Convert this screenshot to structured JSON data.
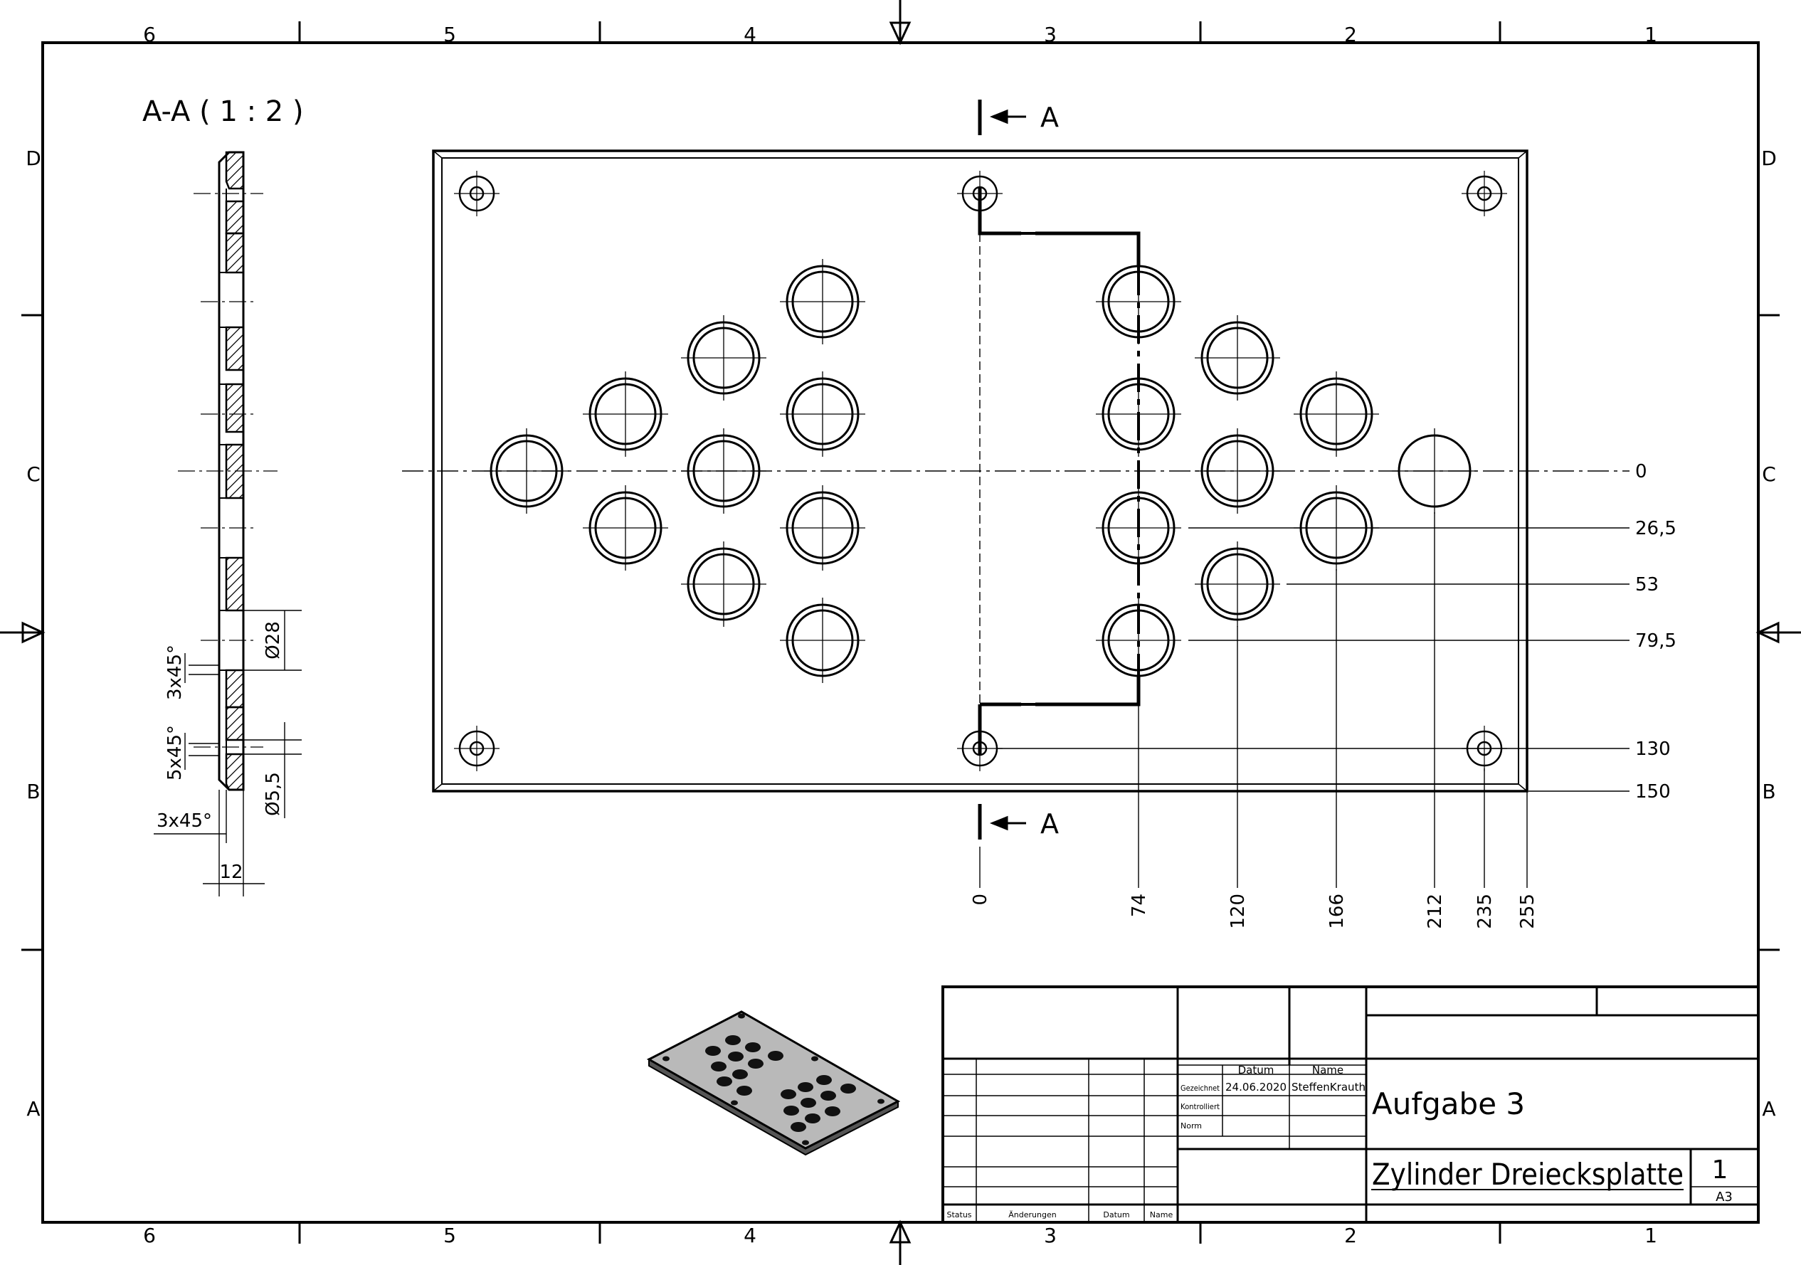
{
  "view_label": "A-A ( 1 : 2 )",
  "section": {
    "label": "A",
    "chamfers": [
      "3x45°",
      "5x45°",
      "3x45°"
    ],
    "dia_large": "Ø28",
    "dia_small": "Ø5,5",
    "thickness": "12"
  },
  "ordinates": {
    "y": [
      "0",
      "26,5",
      "53",
      "79,5",
      "130",
      "150"
    ],
    "x": [
      "0",
      "74",
      "120",
      "166",
      "212",
      "235",
      "255"
    ]
  },
  "zones": {
    "columns": [
      "6",
      "5",
      "4",
      "3",
      "2",
      "1"
    ],
    "rows": [
      "D",
      "C",
      "B",
      "A"
    ]
  },
  "title_block": {
    "col_datum": "Datum",
    "col_name": "Name",
    "row_gezeichnet": "Gezeichnet",
    "row_kontrolliert": "Kontrolliert",
    "row_norm": "Norm",
    "date": "24.06.2020",
    "author": "SteffenKrauth",
    "title": "Aufgabe 3",
    "drawing_name": "Zylinder Dreiecksplatte",
    "sheet_number": "1",
    "format": "A3",
    "rev_status": "Status",
    "rev_changes": "Änderungen",
    "rev_date": "Datum",
    "rev_name": "Name"
  },
  "colors": {
    "line": "#000000",
    "iso_face": "#b9b9b9",
    "background": "#ffffff"
  }
}
